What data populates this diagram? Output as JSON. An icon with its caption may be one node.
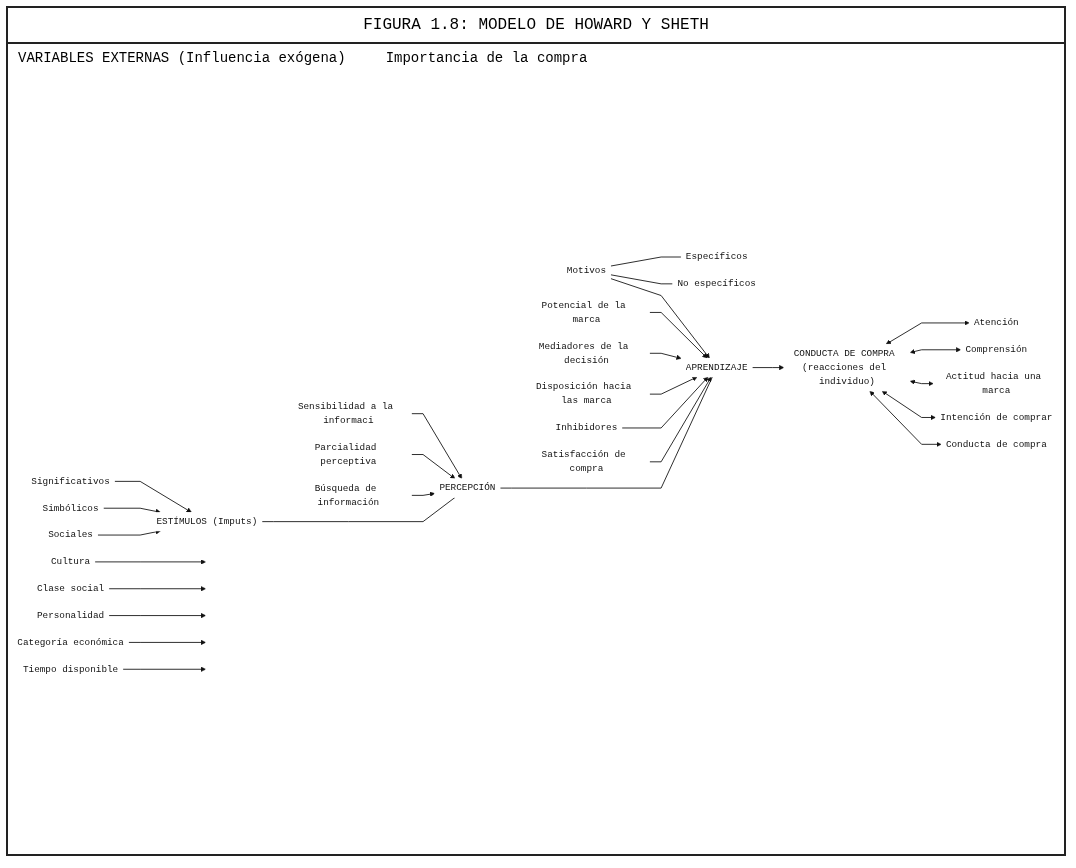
{
  "diagram": {
    "title": "FIGURA 1.8: MODELO DE HOWARD Y SHETH",
    "nodes": [
      {
        "text": [
          "ESTÍMULOS (Imputs)"
        ]
      },
      {
        "text": [
          "Significativos"
        ]
      },
      {
        "text": [
          "Simbólicos"
        ]
      },
      {
        "text": [
          "Sociales"
        ]
      },
      {
        "text": [
          "PERCEPCIÓN"
        ]
      },
      {
        "text": [
          "Sensibilidad a la informaci"
        ]
      },
      {
        "text": [
          "Parcialidad perceptiva"
        ]
      },
      {
        "text": [
          "Búsqueda de información"
        ]
      },
      {
        "text": [
          "APRENDIZAJE"
        ]
      },
      {
        "text": [
          "Motivos"
        ]
      },
      {
        "text": [
          "Específicos"
        ]
      },
      {
        "text": [
          "No específicos"
        ]
      },
      {
        "text": [
          "Potencial de la marca"
        ]
      },
      {
        "text": [
          "Mediadores de la decisión"
        ]
      },
      {
        "text": [
          "Disposición hacia las marca"
        ]
      },
      {
        "text": [
          "Inhibidores"
        ]
      },
      {
        "text": [
          "Satisfacción de compra"
        ]
      },
      {
        "text": [
          "Cultura"
        ]
      },
      {
        "text": [
          "Clase social"
        ]
      },
      {
        "text": [
          "Personalidad"
        ]
      },
      {
        "text": [
          "Categoría económica"
        ]
      },
      {
        "text": [
          "Tiempo disponible"
        ]
      },
      {
        "text": [
          "CONDUCTA DE COMPRA (reacciones del individuo)"
        ]
      },
      {
        "text": [
          "Atención"
        ]
      },
      {
        "text": [
          "Comprensión"
        ]
      },
      {
        "text": [
          "Actitud hacia una marca"
        ]
      },
      {
        "text": [
          "Intención de comprar"
        ]
      },
      {
        "text": [
          "Conducta de compra"
        ]
      }
    ],
    "edges": [
      {
        "from": 1,
        "to": 0,
        "arrow": "to"
      },
      {
        "from": 2,
        "to": 0,
        "arrow": "to"
      },
      {
        "from": 3,
        "to": 0,
        "arrow": "to"
      },
      {
        "from": 0,
        "to": 4,
        "arrow": "none"
      },
      {
        "from": 5,
        "to": 4,
        "arrow": "to"
      },
      {
        "from": 6,
        "to": 4,
        "arrow": "to"
      },
      {
        "from": 7,
        "to": 4,
        "arrow": "to"
      },
      {
        "from": 4,
        "to": 8,
        "arrow": "none"
      },
      {
        "from": 9,
        "to": 10,
        "arrow": "none"
      },
      {
        "from": 9,
        "to": 11,
        "arrow": "none"
      },
      {
        "from": 9,
        "to": 8,
        "arrow": "to"
      },
      {
        "from": 12,
        "to": 8,
        "arrow": "to"
      },
      {
        "from": 13,
        "to": 8,
        "arrow": "to"
      },
      {
        "from": 14,
        "to": 8,
        "arrow": "to"
      },
      {
        "from": 15,
        "to": 8,
        "arrow": "to"
      },
      {
        "from": 16,
        "to": 8,
        "arrow": "to"
      },
      {
        "from": 17,
        "to": null,
        "arrow": "to"
      },
      {
        "from": 18,
        "to": null,
        "arrow": "to"
      },
      {
        "from": 19,
        "to": null,
        "arrow": "to"
      },
      {
        "from": 20,
        "to": null,
        "arrow": "to"
      },
      {
        "from": 21,
        "to": null,
        "arrow": "to"
      },
      {
        "from": 8,
        "to": 22,
        "arrow": "to"
      },
      {
        "from": 22,
        "to": 23,
        "arrow": "both"
      },
      {
        "from": 22,
        "to": 24,
        "arrow": "both"
      },
      {
        "from": 22,
        "to": 25,
        "arrow": "both"
      },
      {
        "from": 22,
        "to": 26,
        "arrow": "both"
      },
      {
        "from": 22,
        "to": 27,
        "arrow": "both"
      }
    ],
    "labels": [
      "VARIABLES EXTERNAS (Influencia exógena)",
      "Importancia de la compra"
    ]
  }
}
